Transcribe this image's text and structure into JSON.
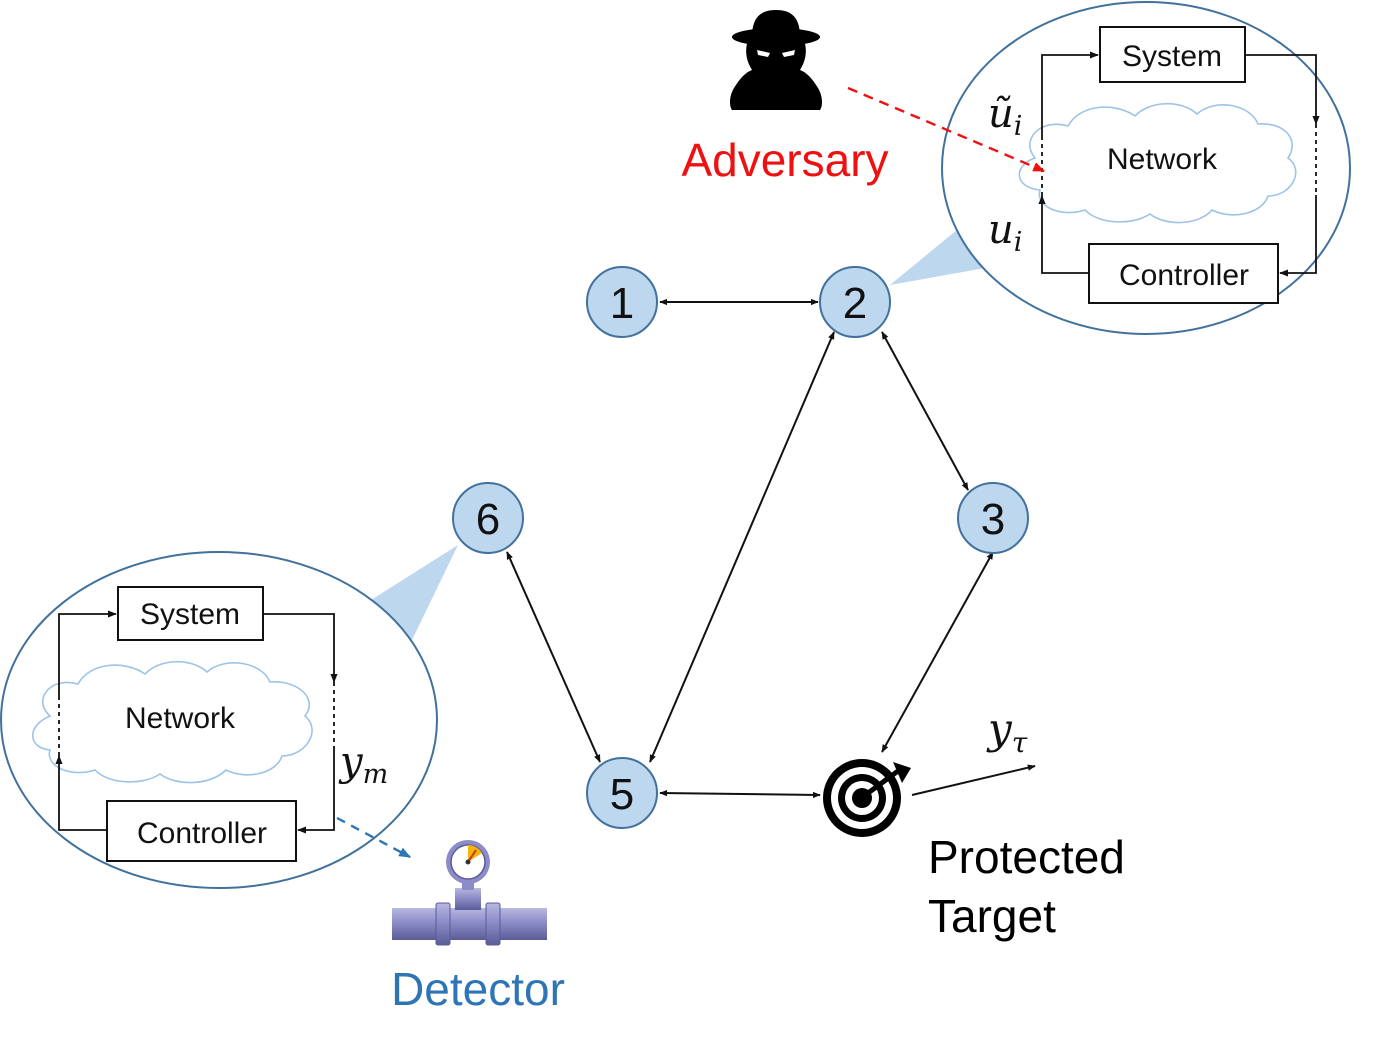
{
  "adversary": {
    "label": "Adversary",
    "color": "#ee1111",
    "icon": "spy-icon"
  },
  "detector": {
    "label": "Detector",
    "color": "#2e75b6",
    "icon": "pressure-gauge-pipe-icon"
  },
  "target": {
    "label_line1": "Protected",
    "label_line2": "Target",
    "icon": "target-icon",
    "output_symbol": "y",
    "output_subscript": "τ"
  },
  "nodes": [
    {
      "id": "1",
      "label": "1"
    },
    {
      "id": "2",
      "label": "2"
    },
    {
      "id": "3",
      "label": "3"
    },
    {
      "id": "5",
      "label": "5"
    },
    {
      "id": "6",
      "label": "6"
    }
  ],
  "edges": [
    {
      "from": "1",
      "to": "2",
      "type": "bidirectional"
    },
    {
      "from": "2",
      "to": "3",
      "type": "bidirectional"
    },
    {
      "from": "2",
      "to": "5",
      "type": "bidirectional"
    },
    {
      "from": "6",
      "to": "5",
      "type": "bidirectional"
    },
    {
      "from": "5",
      "to": "target",
      "type": "bidirectional"
    },
    {
      "from": "3",
      "to": "target",
      "type": "bidirectional"
    }
  ],
  "zoom_top": {
    "attached_to": "2",
    "system_label": "System",
    "network_label": "Network",
    "controller_label": "Controller",
    "input_tilde": "ũ",
    "input": "u",
    "subscript": "i"
  },
  "zoom_bottom": {
    "attached_to": "6",
    "system_label": "System",
    "network_label": "Network",
    "controller_label": "Controller",
    "measurement": "y",
    "subscript": "m"
  },
  "colors": {
    "node_fill": "#bdd7ee",
    "node_stroke": "#41719c",
    "ellipse_stroke": "#41719c",
    "cloud_stroke": "#9dc3e6",
    "callout_fill": "#bdd7ee"
  }
}
